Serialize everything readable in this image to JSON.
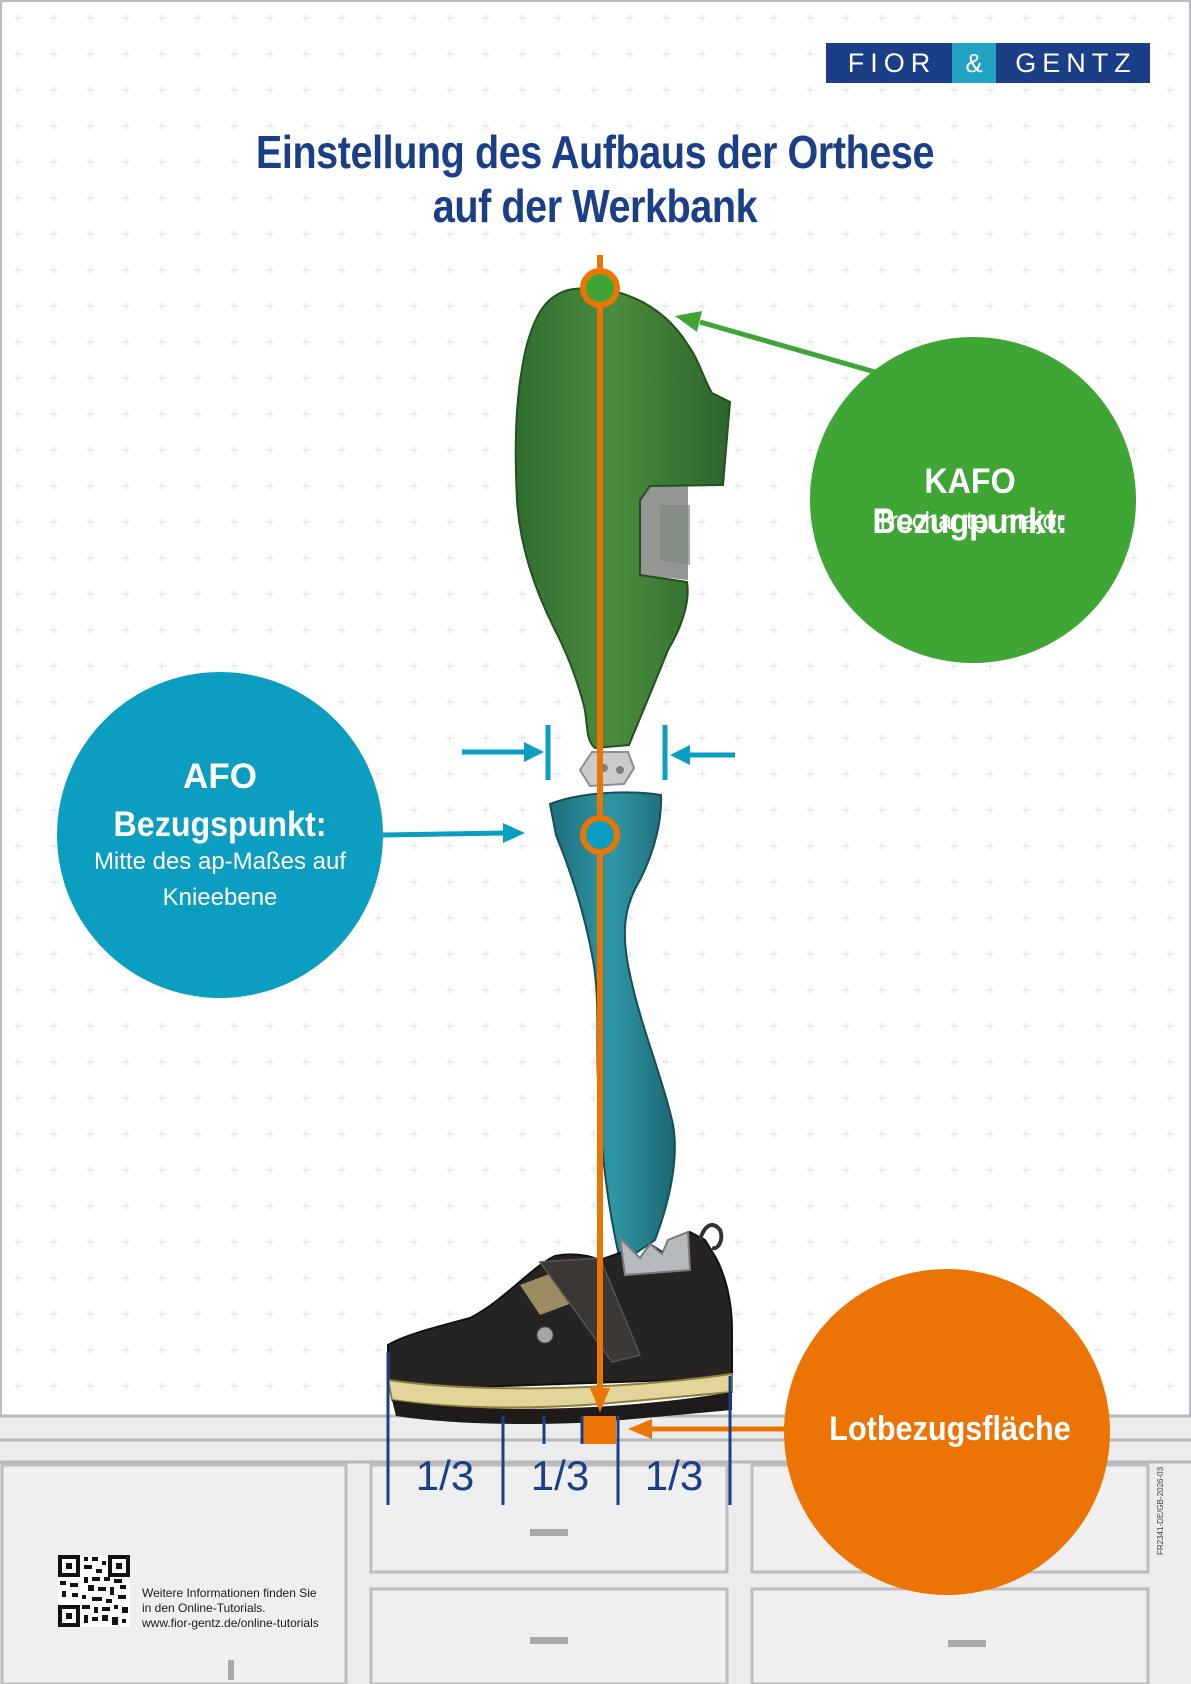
{
  "logo": {
    "part1": "FIOR",
    "part2": "&",
    "part3": "GENTZ"
  },
  "title": {
    "line1": "Einstellung des Aufbaus der Orthese",
    "line2": "auf der Werkbank"
  },
  "kafo": {
    "heading": "KAFO Bezugpunkt:",
    "sub": "Trochanter major"
  },
  "afo": {
    "heading1": "AFO",
    "heading2": "Bezugspunkt:",
    "sub1": "Mitte des ap-Maßes auf",
    "sub2": "Knieebene"
  },
  "lot": {
    "label": "Lotbezugsfläche"
  },
  "thirds": [
    "1/3",
    "1/3",
    "1/3"
  ],
  "footer": {
    "line1": "Weitere Informationen finden Sie",
    "line2": "in den Online-Tutorials.",
    "line3": "www.fior-gentz.de/online-tutorials",
    "code": "FR2341-DE/GB-2026-03"
  },
  "colors": {
    "navy": "#1b3f87",
    "green": "#3fa535",
    "teal": "#0b9ec0",
    "orange": "#ec7405",
    "grid": "#dfe3e8"
  }
}
